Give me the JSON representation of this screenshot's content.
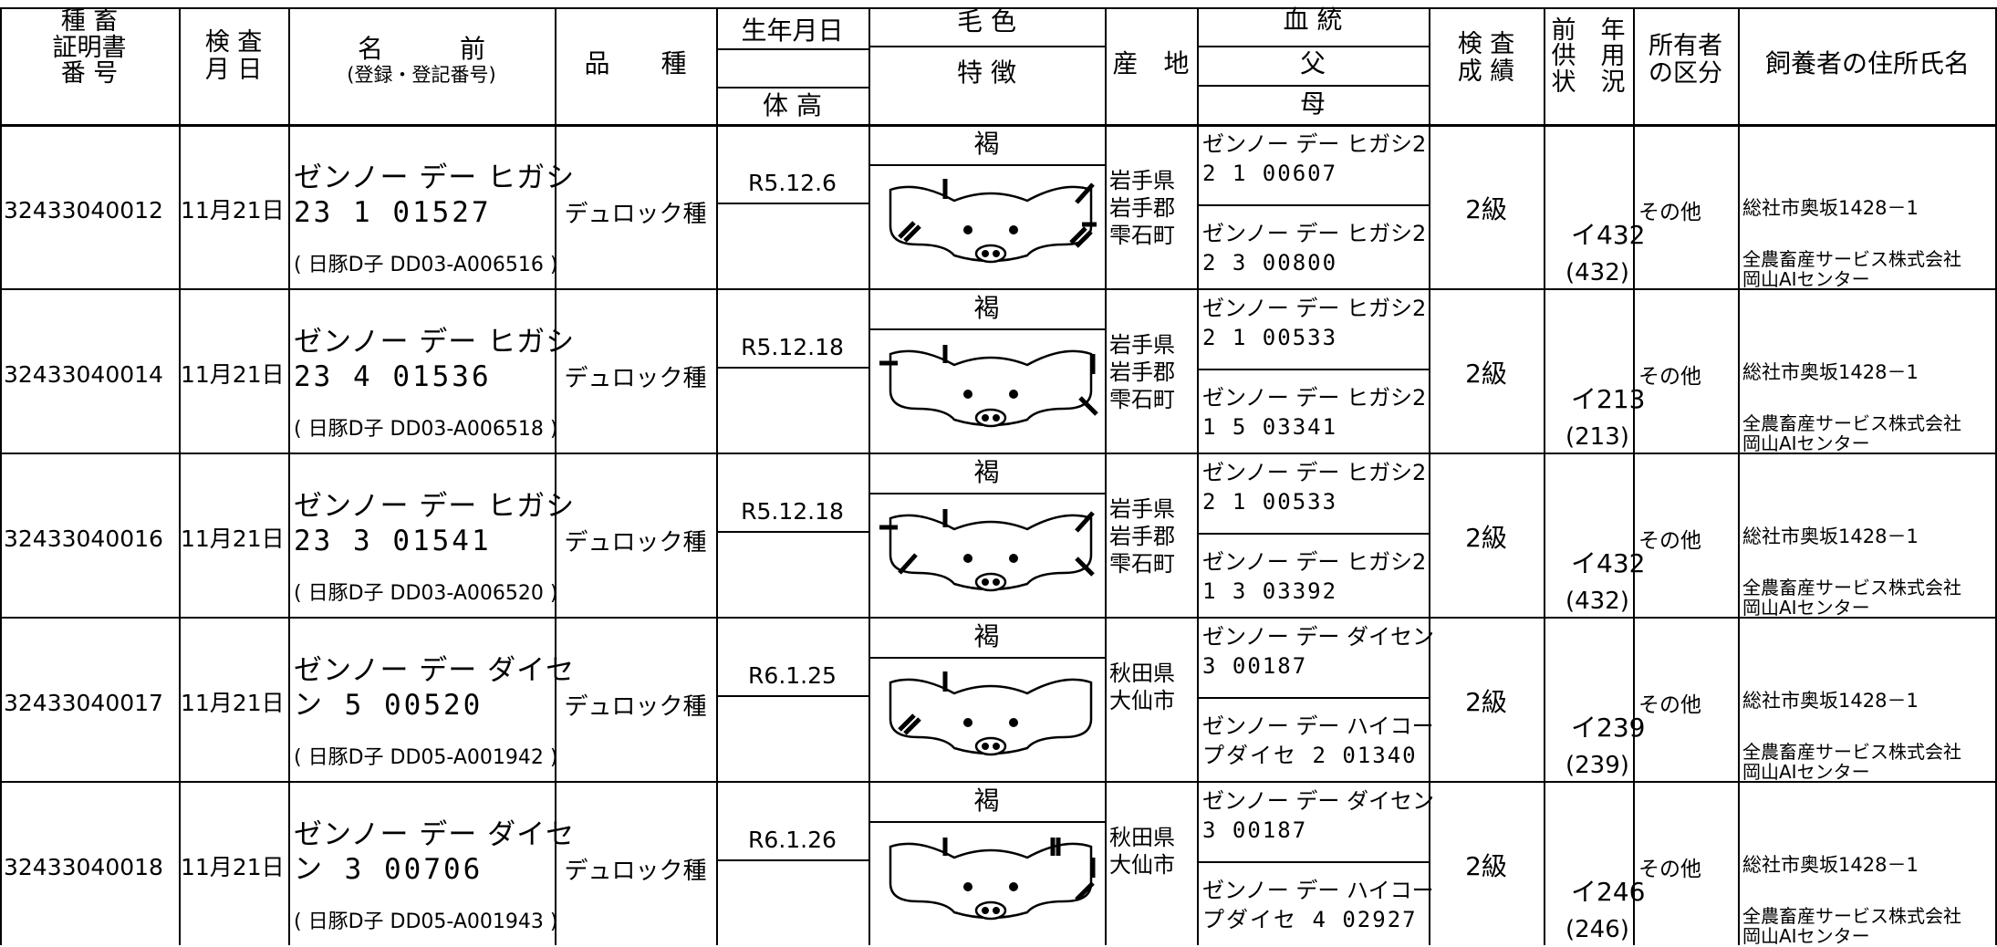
{
  "header": {
    "cert_no": "種 畜\n証明書\n番 号",
    "inspection_date": "検 査\n月 日",
    "name": "名　　　前",
    "name_sub": "(登録・登記番号)",
    "breed": "品　　種",
    "birth_date": "生年月日",
    "height": "体 高",
    "coat_color": "毛 色",
    "features": "特 徴",
    "origin": "産　地",
    "pedigree": "血 統",
    "sire": "父",
    "dam": "母",
    "grade": "検 査\n成 績",
    "prev_usage": "前　年\n供　用\n状　況",
    "owner_class": "所有者\nの区分",
    "keeper": "飼養者の住所氏名"
  },
  "rows": [
    {
      "cert_no": "32433040012",
      "date": "11月21日",
      "name1": "ゼンノー デー ヒガシ",
      "name2": "23 1 01527",
      "reg": "( 日豚D子 DD03-A006516 )",
      "breed": "デュロック種",
      "birth": "R5.12.6",
      "color": "褐",
      "origin": [
        "岩手県",
        "岩手郡",
        "雫石町"
      ],
      "sire": [
        "ゼンノー デー ヒガシ2",
        "2 1 00607"
      ],
      "dam": [
        "ゼンノー デー ヒガシ2",
        "2 3 00800"
      ],
      "grade": "2級",
      "usage": "イ432",
      "usage_paren": "(432)",
      "owner": "その他",
      "keeper_addr": "総社市奥坂1428－1",
      "keeper_name": [
        "全農畜産サービス株式会社",
        "岡山AIセンター"
      ]
    },
    {
      "cert_no": "32433040014",
      "date": "11月21日",
      "name1": "ゼンノー デー ヒガシ",
      "name2": "23 4 01536",
      "reg": "( 日豚D子 DD03-A006518 )",
      "breed": "デュロック種",
      "birth": "R5.12.18",
      "color": "褐",
      "origin": [
        "岩手県",
        "岩手郡",
        "雫石町"
      ],
      "sire": [
        "ゼンノー デー ヒガシ2",
        "2 1 00533"
      ],
      "dam": [
        "ゼンノー デー ヒガシ2",
        "1 5 03341"
      ],
      "grade": "2級",
      "usage": "イ213",
      "usage_paren": "(213)",
      "owner": "その他",
      "keeper_addr": "総社市奥坂1428－1",
      "keeper_name": [
        "全農畜産サービス株式会社",
        "岡山AIセンター"
      ]
    },
    {
      "cert_no": "32433040016",
      "date": "11月21日",
      "name1": "ゼンノー デー ヒガシ",
      "name2": "23 3 01541",
      "reg": "( 日豚D子 DD03-A006520 )",
      "breed": "デュロック種",
      "birth": "R5.12.18",
      "color": "褐",
      "origin": [
        "岩手県",
        "岩手郡",
        "雫石町"
      ],
      "sire": [
        "ゼンノー デー ヒガシ2",
        "2 1 00533"
      ],
      "dam": [
        "ゼンノー デー ヒガシ2",
        "1 3 03392"
      ],
      "grade": "2級",
      "usage": "イ432",
      "usage_paren": "(432)",
      "owner": "その他",
      "keeper_addr": "総社市奥坂1428－1",
      "keeper_name": [
        "全農畜産サービス株式会社",
        "岡山AIセンター"
      ]
    },
    {
      "cert_no": "32433040017",
      "date": "11月21日",
      "name1": "ゼンノー デー ダイセ",
      "name2": "ン 5 00520",
      "reg": "( 日豚D子 DD05-A001942 )",
      "breed": "デュロック種",
      "birth": "R6.1.25",
      "color": "褐",
      "origin": [
        "秋田県",
        "大仙市"
      ],
      "sire": [
        "ゼンノー デー ダイセン",
        "3 00187"
      ],
      "dam": [
        "ゼンノー デー ハイコー",
        "プダイセ 2 01340"
      ],
      "grade": "2級",
      "usage": "イ239",
      "usage_paren": "(239)",
      "owner": "その他",
      "keeper_addr": "総社市奥坂1428－1",
      "keeper_name": [
        "全農畜産サービス株式会社",
        "岡山AIセンター"
      ]
    },
    {
      "cert_no": "32433040018",
      "date": "11月21日",
      "name1": "ゼンノー デー ダイセ",
      "name2": "ン 3 00706",
      "reg": "( 日豚D子 DD05-A001943 )",
      "breed": "デュロック種",
      "birth": "R6.1.26",
      "color": "褐",
      "origin": [
        "秋田県",
        "大仙市"
      ],
      "sire": [
        "ゼンノー デー ダイセン",
        "3 00187"
      ],
      "dam": [
        "ゼンノー デー ハイコー",
        "プダイセ 4 02927"
      ],
      "grade": "2級",
      "usage": "イ246",
      "usage_paren": "(246)",
      "owner": "その他",
      "keeper_addr": "総社市奥坂1428－1",
      "keeper_name": [
        "全農畜産サービス株式会社",
        "岡山AIセンター"
      ]
    }
  ]
}
